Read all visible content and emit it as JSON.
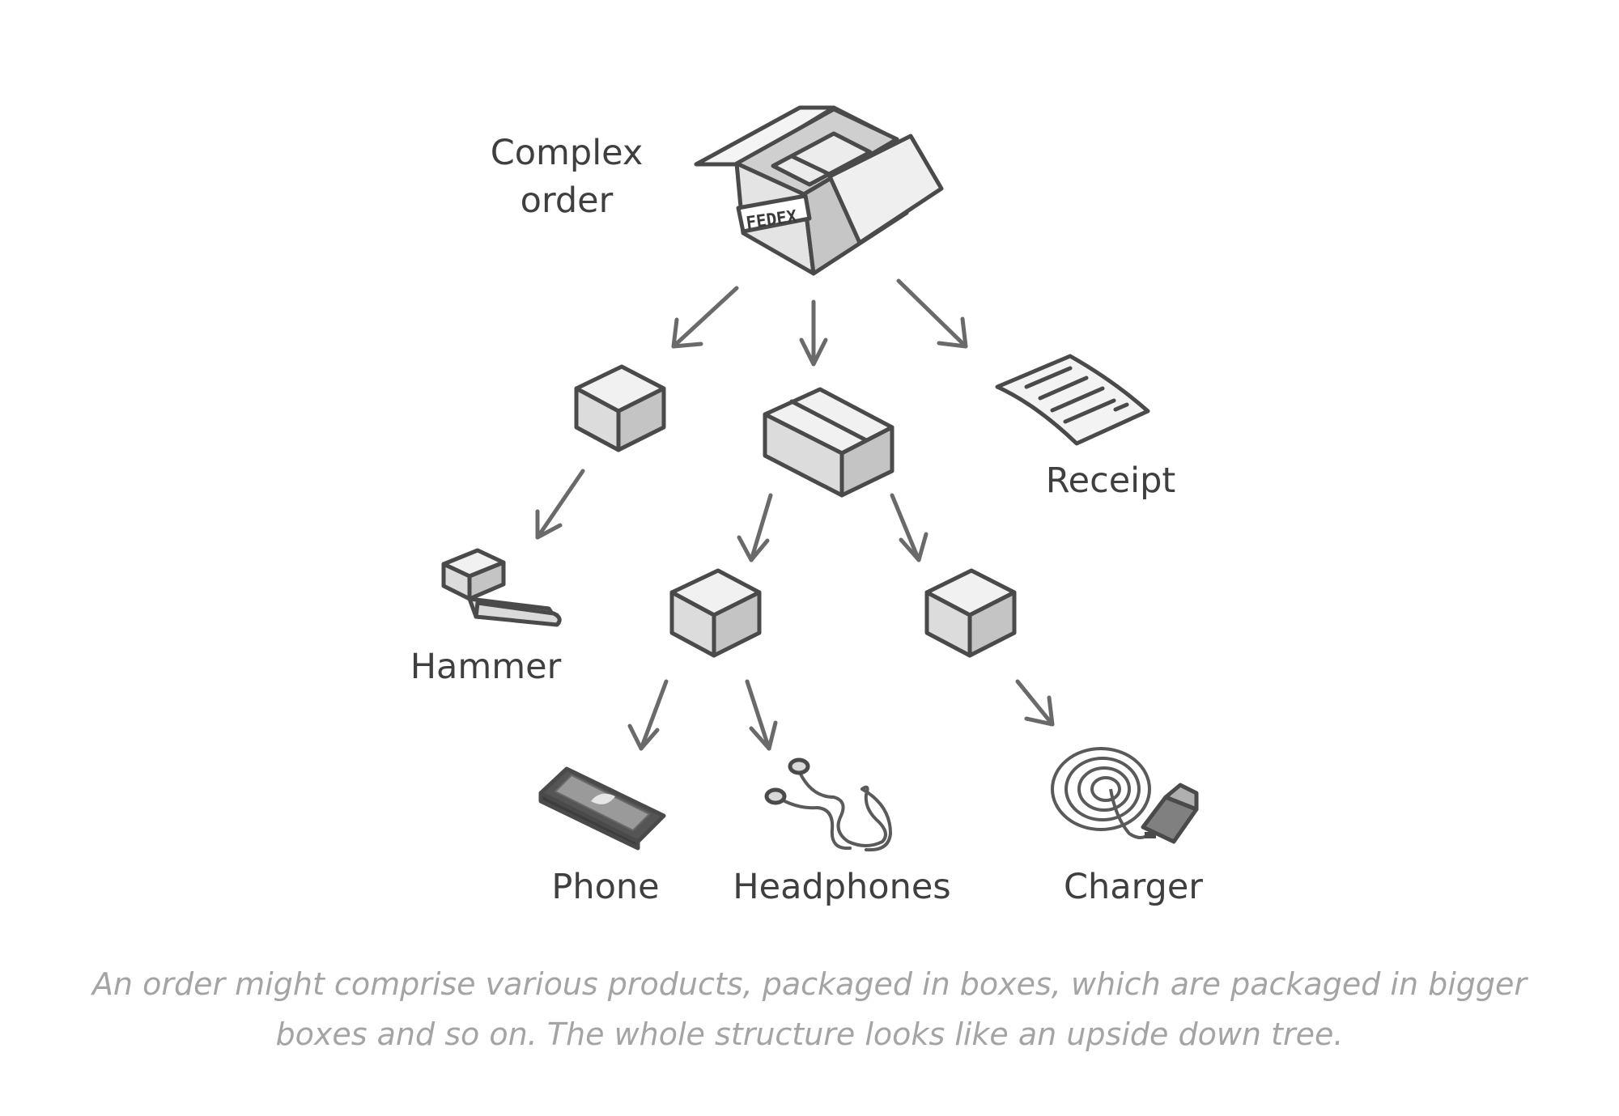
{
  "diagram": {
    "root_label_line1": "Complex",
    "root_label_line2": "order",
    "box_stamp": "FEDEX",
    "receipt_label": "Receipt",
    "hammer_label": "Hammer",
    "phone_label": "Phone",
    "headphones_label": "Headphones",
    "charger_label": "Charger"
  },
  "caption": {
    "text": "An order might comprise various products, packaged in boxes, which are packaged in bigger boxes and so on. The whole structure looks like an upside down tree."
  },
  "colors": {
    "ink": "#4a4a4a",
    "box_top": "#f1f1f1",
    "box_left": "#dcdcdc",
    "box_right": "#c4c4c4",
    "caption": "#a4a4a4"
  }
}
